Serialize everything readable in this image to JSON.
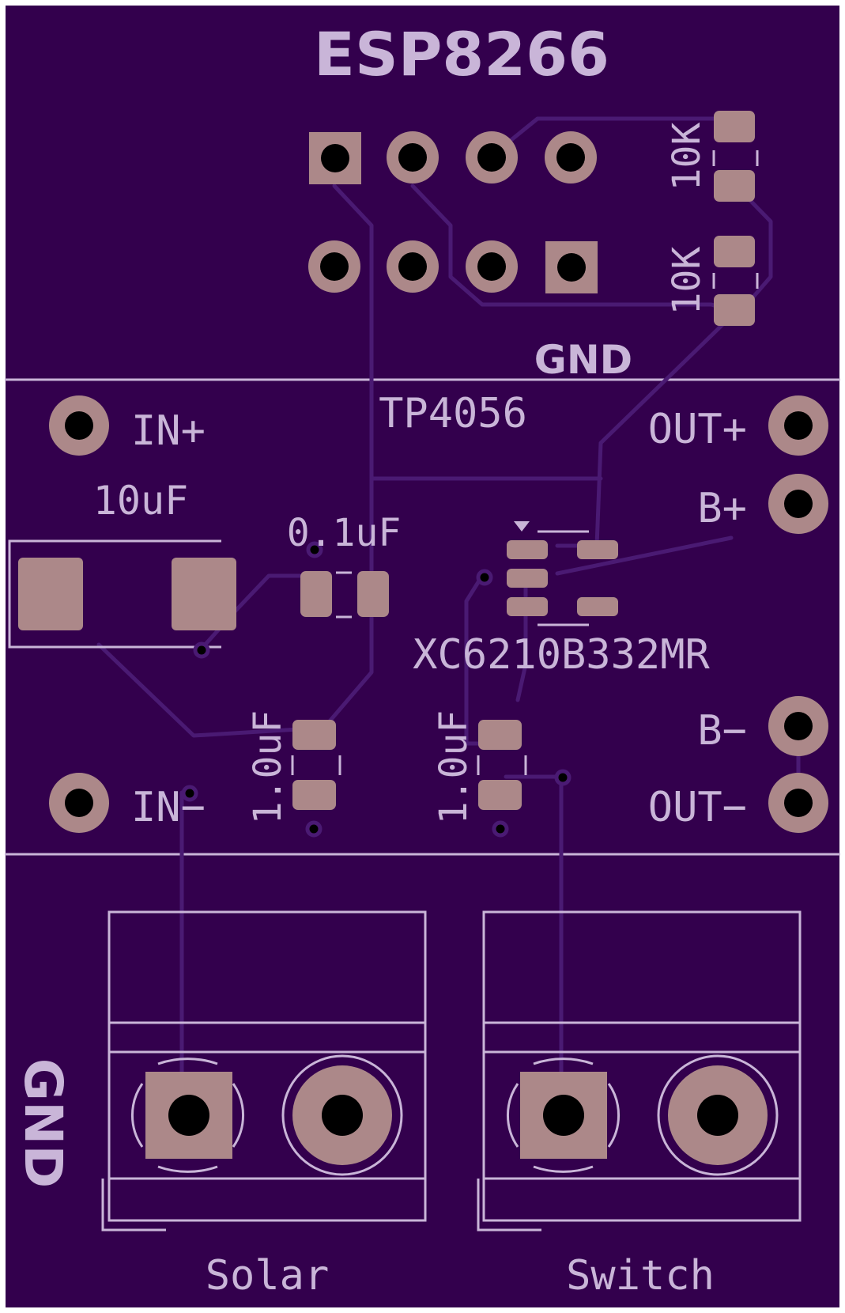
{
  "board": {
    "colors": {
      "substrate": "#33004d",
      "edge": "#ffffff",
      "trace": "#4a1a73",
      "silkscreen": "#c9b5d8",
      "pad": "#ac8889",
      "drill": "#000000"
    }
  },
  "labels": {
    "esp_header": "ESP8266",
    "gnd_top": "GND",
    "tp4056": "TP4056",
    "in_plus": "IN+",
    "in_minus": "IN−",
    "out_plus": "OUT+",
    "b_plus": "B+",
    "b_minus": "B−",
    "out_minus": "OUT−",
    "cap_10uf": "10uF",
    "cap_01uf": "0.1uF",
    "regulator": "XC6210B332MR",
    "cap_1uf_left": "1.0uF",
    "cap_1uf_right": "1.0uF",
    "res_top": "10K",
    "res_bottom": "10K",
    "gnd_side": "GND",
    "solar": "Solar",
    "switch": "Switch"
  }
}
